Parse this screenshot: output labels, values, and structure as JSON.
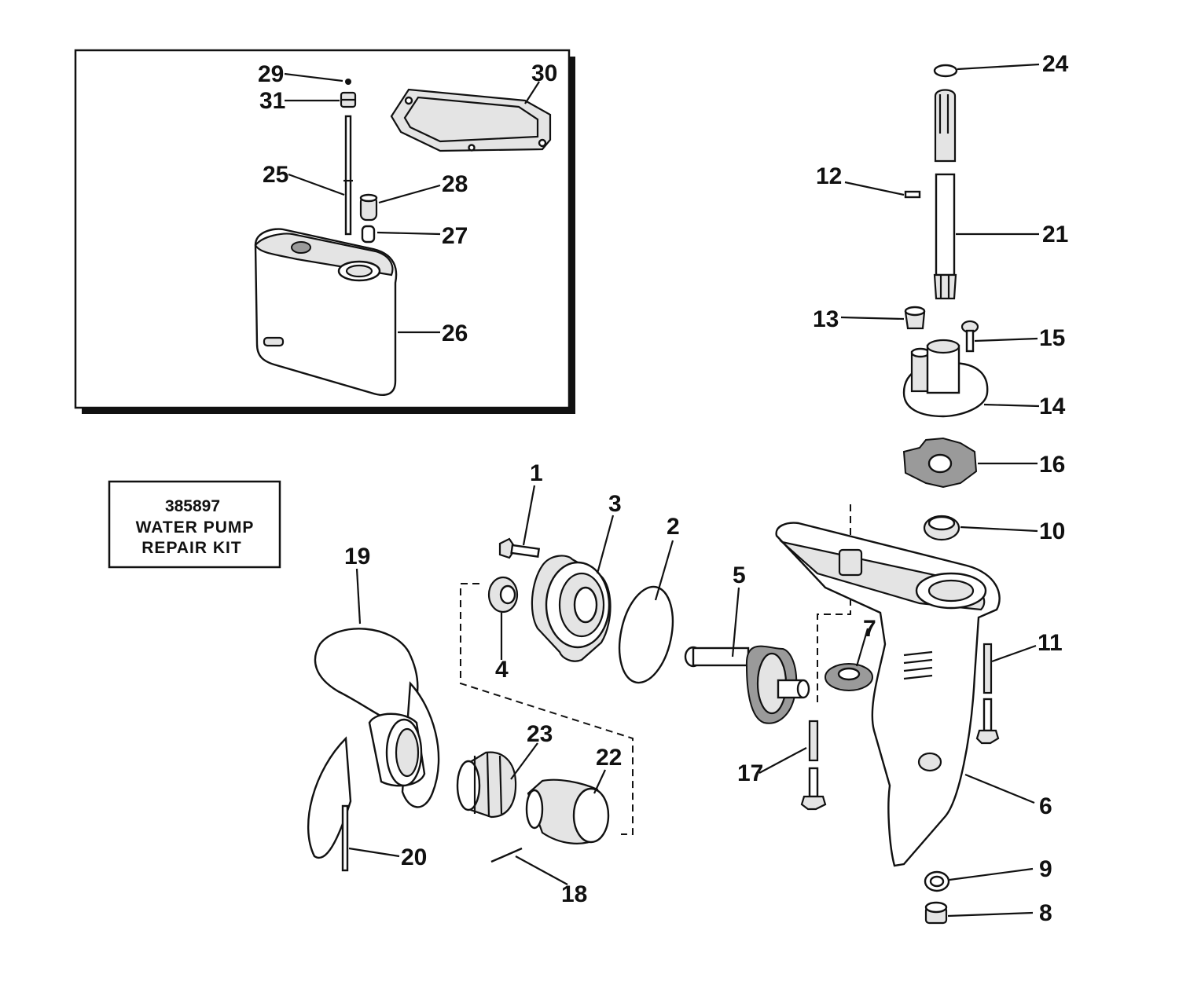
{
  "kit_box": {
    "part_number": "385897",
    "line1": "WATER PUMP",
    "line2": "REPAIR KIT"
  },
  "callouts": [
    {
      "id": "c1",
      "label": "1"
    },
    {
      "id": "c2",
      "label": "2"
    },
    {
      "id": "c3",
      "label": "3"
    },
    {
      "id": "c4",
      "label": "4"
    },
    {
      "id": "c5",
      "label": "5"
    },
    {
      "id": "c6",
      "label": "6"
    },
    {
      "id": "c7",
      "label": "7"
    },
    {
      "id": "c8",
      "label": "8"
    },
    {
      "id": "c9",
      "label": "9"
    },
    {
      "id": "c10",
      "label": "10"
    },
    {
      "id": "c11",
      "label": "11"
    },
    {
      "id": "c12",
      "label": "12"
    },
    {
      "id": "c13",
      "label": "13"
    },
    {
      "id": "c14",
      "label": "14"
    },
    {
      "id": "c15",
      "label": "15"
    },
    {
      "id": "c16",
      "label": "16"
    },
    {
      "id": "c17",
      "label": "17"
    },
    {
      "id": "c18",
      "label": "18"
    },
    {
      "id": "c19",
      "label": "19"
    },
    {
      "id": "c20",
      "label": "20"
    },
    {
      "id": "c21",
      "label": "21"
    },
    {
      "id": "c22",
      "label": "22"
    },
    {
      "id": "c23",
      "label": "23"
    },
    {
      "id": "c24",
      "label": "24"
    },
    {
      "id": "c25",
      "label": "25"
    },
    {
      "id": "c26",
      "label": "26"
    },
    {
      "id": "c27",
      "label": "27"
    },
    {
      "id": "c28",
      "label": "28"
    },
    {
      "id": "c29",
      "label": "29"
    },
    {
      "id": "c30",
      "label": "30"
    },
    {
      "id": "c31",
      "label": "31"
    }
  ]
}
